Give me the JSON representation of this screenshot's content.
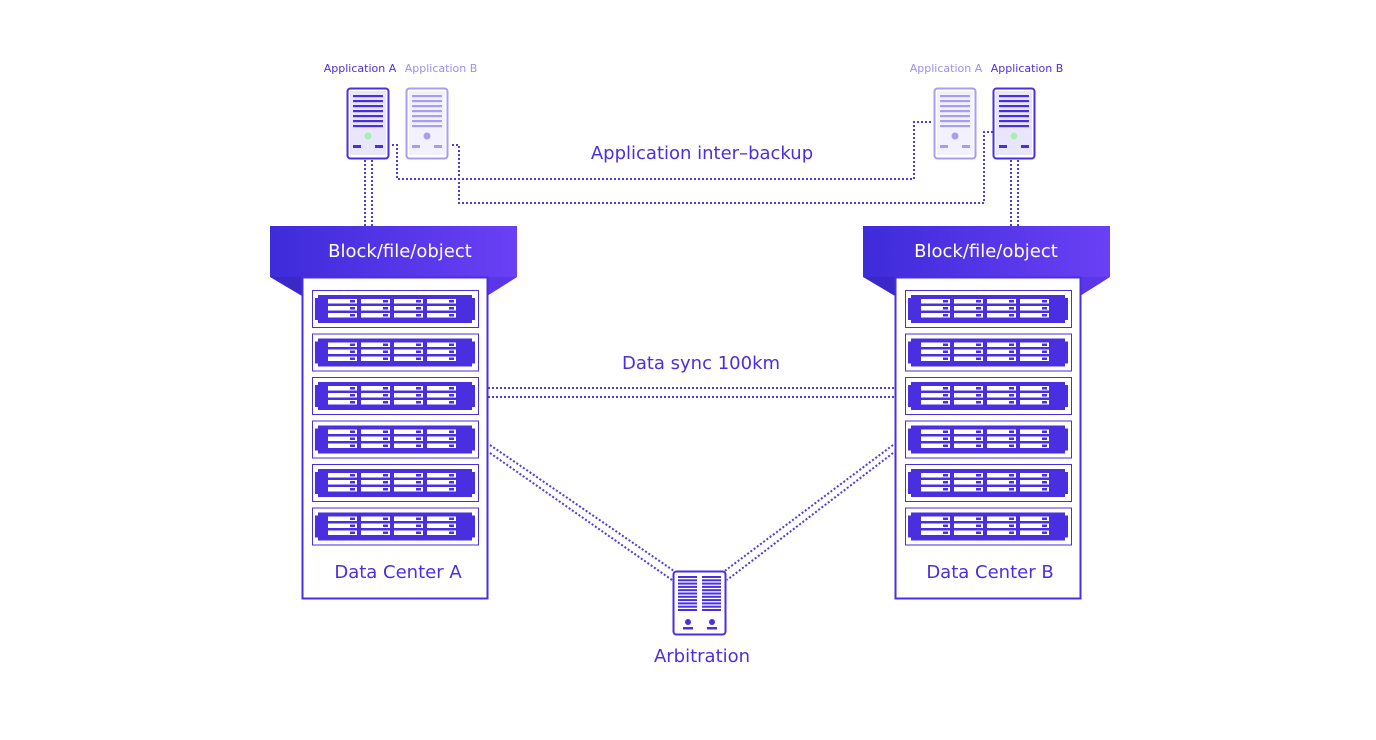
{
  "left_site": {
    "app_labels": [
      "Application A",
      "Application B"
    ],
    "storage_bar": "Block/file/object",
    "datacenter": "Data Center A"
  },
  "right_site": {
    "app_labels": [
      "Application A",
      "Application B"
    ],
    "storage_bar": "Block/file/object",
    "datacenter": "Data Center B"
  },
  "links": {
    "app_backup": "Application inter–backup",
    "data_sync": "Data sync 100km"
  },
  "arbitration": {
    "label": "Arbitration"
  },
  "colors": {
    "primary": "#4a2fe0",
    "primary_light": "#9c8ff0",
    "bar_gradient_start": "#3e2bd9",
    "bar_gradient_end": "#6a40f5",
    "line": "#4b3de0",
    "active_indicator": "#a8f0b0"
  }
}
